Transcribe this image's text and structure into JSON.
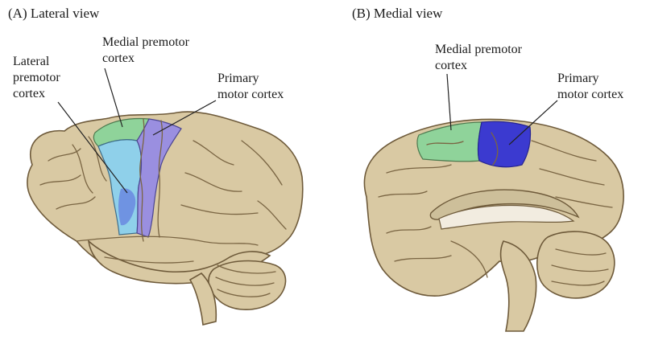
{
  "panels": [
    {
      "title": "(A)  Lateral view",
      "labels": {
        "lateral_premotor": [
          "Lateral",
          "premotor",
          "cortex"
        ],
        "medial_premotor": [
          "Medial premotor",
          "cortex"
        ],
        "primary_motor": [
          "Primary",
          "motor cortex"
        ]
      }
    },
    {
      "title": "(B)  Medial view",
      "labels": {
        "medial_premotor": [
          "Medial premotor",
          "cortex"
        ],
        "primary_motor": [
          "Primary",
          "motor cortex"
        ]
      }
    }
  ],
  "colors": {
    "brain_fill": "#d9c9a3",
    "brain_stroke": "#6e5a3a",
    "lateral_premotor": "#8fd0ea",
    "medial_premotor": "#8fd39a",
    "primary_motor": "#9a8fe0",
    "primary_motor_dark": "#3b3ad0",
    "leader_line": "#222222"
  }
}
